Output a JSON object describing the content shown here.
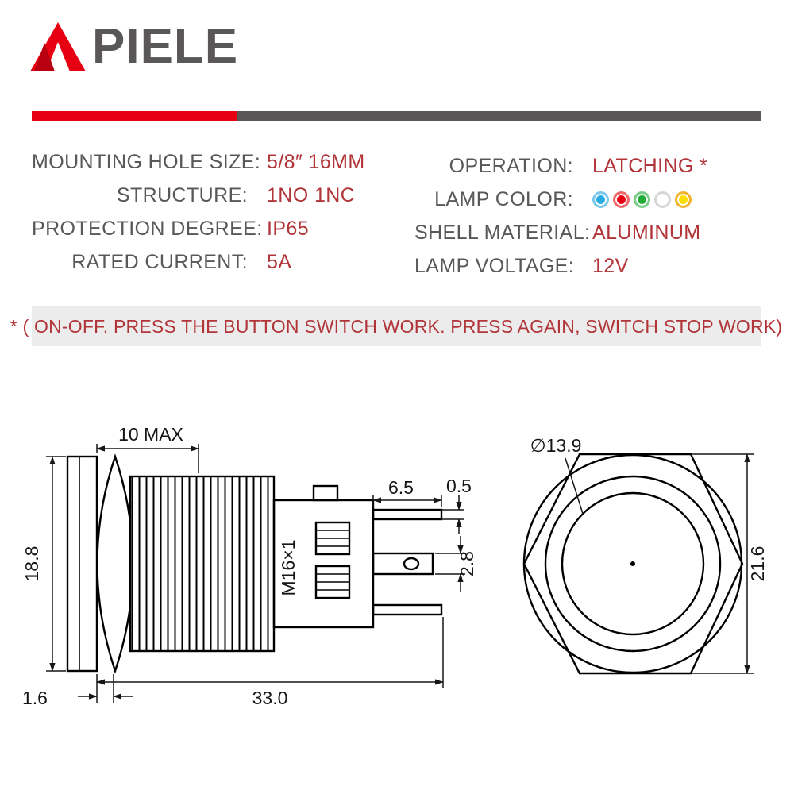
{
  "brand": {
    "name": "PIELE",
    "mark": "red-triangle-A",
    "accent": "#e60012",
    "gray": "#595757"
  },
  "specs": {
    "left": [
      {
        "label": "MOUNTING HOLE SIZE:",
        "value": "5/8″  16MM"
      },
      {
        "label": "STRUCTURE:",
        "value": "1NO 1NC"
      },
      {
        "label": "PROTECTION DEGREE:",
        "value": "IP65"
      },
      {
        "label": "RATED CURRENT:",
        "value": "5A"
      }
    ],
    "right": [
      {
        "label": "OPERATION:",
        "value": "LATCHING  *"
      },
      {
        "label": "LAMP COLOR:",
        "value": ""
      },
      {
        "label": "SHELL MATERIAL:",
        "value": "ALUMINUM"
      },
      {
        "label": "LAMP VOLTAGE:",
        "value": "12V"
      }
    ]
  },
  "lamp_colors": [
    {
      "name": "blue",
      "hex": "#29abe2",
      "style": "background:#29abe2;border-color:#7cc9ec"
    },
    {
      "name": "red",
      "hex": "#e60012",
      "style": "background:#e60012;border-color:#ee6a6a"
    },
    {
      "name": "green",
      "hex": "#22ac38",
      "style": "background:#22ac38;border-color:#7ccc8a"
    },
    {
      "name": "white",
      "hex": "#ffffff",
      "style": "background:#ffffff;border-color:#d5d5d5"
    },
    {
      "name": "yellow",
      "hex": "#ffdf00",
      "style": "background:#ffdf00;border-color:#f0b32f"
    }
  ],
  "note": {
    "text": "* ( ON-OFF. PRESS THE BUTTON SWITCH WORK. PRESS AGAIN, SWITCH STOP WORK)"
  },
  "drawing": {
    "side": {
      "top": "10 MAX",
      "height": "18.8",
      "edge": "1.6",
      "length": "33.0",
      "thread": "M16×1",
      "pin_len": "6.5",
      "pin_thick": "0.5",
      "pin_width": "2.8"
    },
    "front": {
      "diameter": "∅13.9",
      "across": "21.6"
    }
  },
  "colors": {
    "accent_red": "#e60012",
    "value_red": "#b13438",
    "label_gray": "#585858",
    "banner_bg": "#ececec"
  }
}
